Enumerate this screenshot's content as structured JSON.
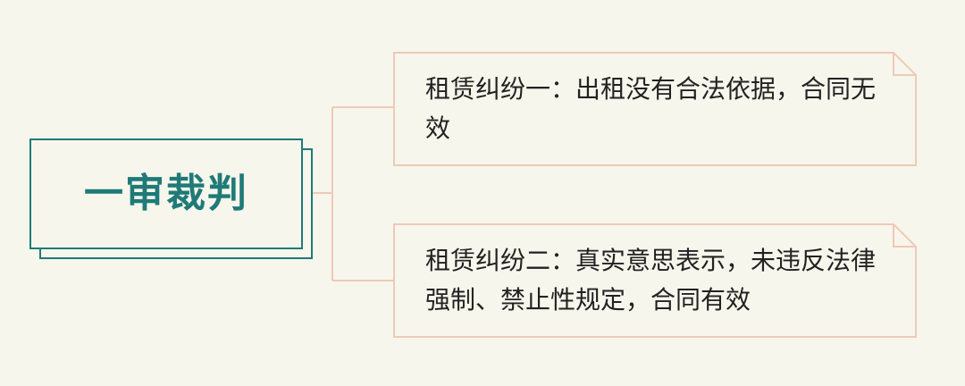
{
  "title": "一审裁判",
  "items": [
    {
      "text": "租赁纠纷一：出租没有合法依据，合同无效"
    },
    {
      "text": "租赁纠纷二：真实意思表示，未违反法律强制、禁止性规定，合同有效"
    }
  ],
  "colors": {
    "background": "#f7f6ec",
    "main_accent": "#1f7a78",
    "note_border": "#efc9b7",
    "text": "#222222"
  }
}
